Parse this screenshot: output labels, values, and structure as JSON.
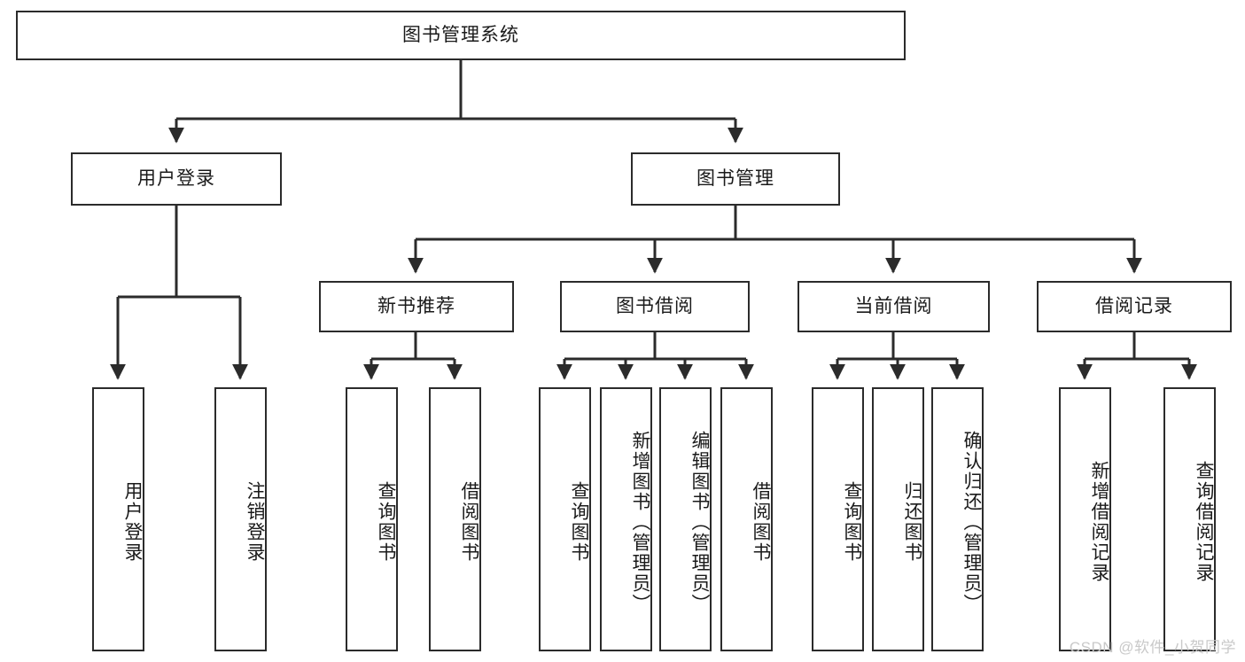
{
  "diagram": {
    "title_node": {
      "label": "图书管理系统"
    },
    "level2": [
      {
        "id": "user-login",
        "label": "用户登录"
      },
      {
        "id": "book-management",
        "label": "图书管理"
      }
    ],
    "level3": [
      {
        "id": "new-book-recommend",
        "label": "新书推荐"
      },
      {
        "id": "book-borrow",
        "label": "图书借阅"
      },
      {
        "id": "current-borrow",
        "label": "当前借阅"
      },
      {
        "id": "borrow-record",
        "label": "借阅记录"
      }
    ],
    "leaves": [
      {
        "id": "leaf-user-login",
        "label": "用户登录"
      },
      {
        "id": "leaf-logout-login",
        "label": "注销登录"
      },
      {
        "id": "leaf-query-book-1",
        "label": "查询图书"
      },
      {
        "id": "leaf-borrow-book-1",
        "label": "借阅图书"
      },
      {
        "id": "leaf-query-book-2",
        "label": "查询图书"
      },
      {
        "id": "leaf-add-book",
        "label": "新增图书（管理员）"
      },
      {
        "id": "leaf-edit-book",
        "label": "编辑图书（管理员）"
      },
      {
        "id": "leaf-borrow-book-2",
        "label": "借阅图书"
      },
      {
        "id": "leaf-query-book-3",
        "label": "查询图书"
      },
      {
        "id": "leaf-return-book",
        "label": "归还图书"
      },
      {
        "id": "leaf-confirm-return",
        "label": "确认归还（管理员）"
      },
      {
        "id": "leaf-add-borrow-record",
        "label": "新增借阅记录"
      },
      {
        "id": "leaf-query-borrow-record",
        "label": "查询借阅记录"
      }
    ],
    "watermark": "CSDN @软件_小贺同学",
    "colors": {
      "stroke": "#2b2b2b",
      "background": "#ffffff",
      "text": "#1a1a1a",
      "watermark": "#c9c9c9"
    }
  }
}
